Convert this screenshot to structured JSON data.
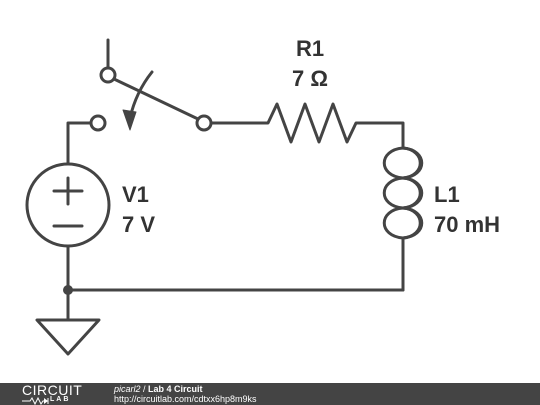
{
  "components": {
    "switch": {
      "type": "spdt-switch"
    },
    "r1": {
      "name": "R1",
      "value": "7 Ω"
    },
    "v1": {
      "name": "V1",
      "value": "7 V",
      "plus": "+",
      "minus": "−"
    },
    "l1": {
      "name": "L1",
      "value": "70 mH"
    },
    "ground": {
      "type": "ground"
    }
  },
  "colors": {
    "wire": "#444444",
    "text": "#333333",
    "footer_bg": "#444444",
    "footer_text": "#ffffff"
  },
  "footer": {
    "logo_text": "CIRCUIT",
    "logo_sub": "LAB",
    "author": "picarl2",
    "separator": " / ",
    "title": "Lab 4 Circuit",
    "url": "http://circuitlab.com/cdtxx6hp8m9ks"
  }
}
